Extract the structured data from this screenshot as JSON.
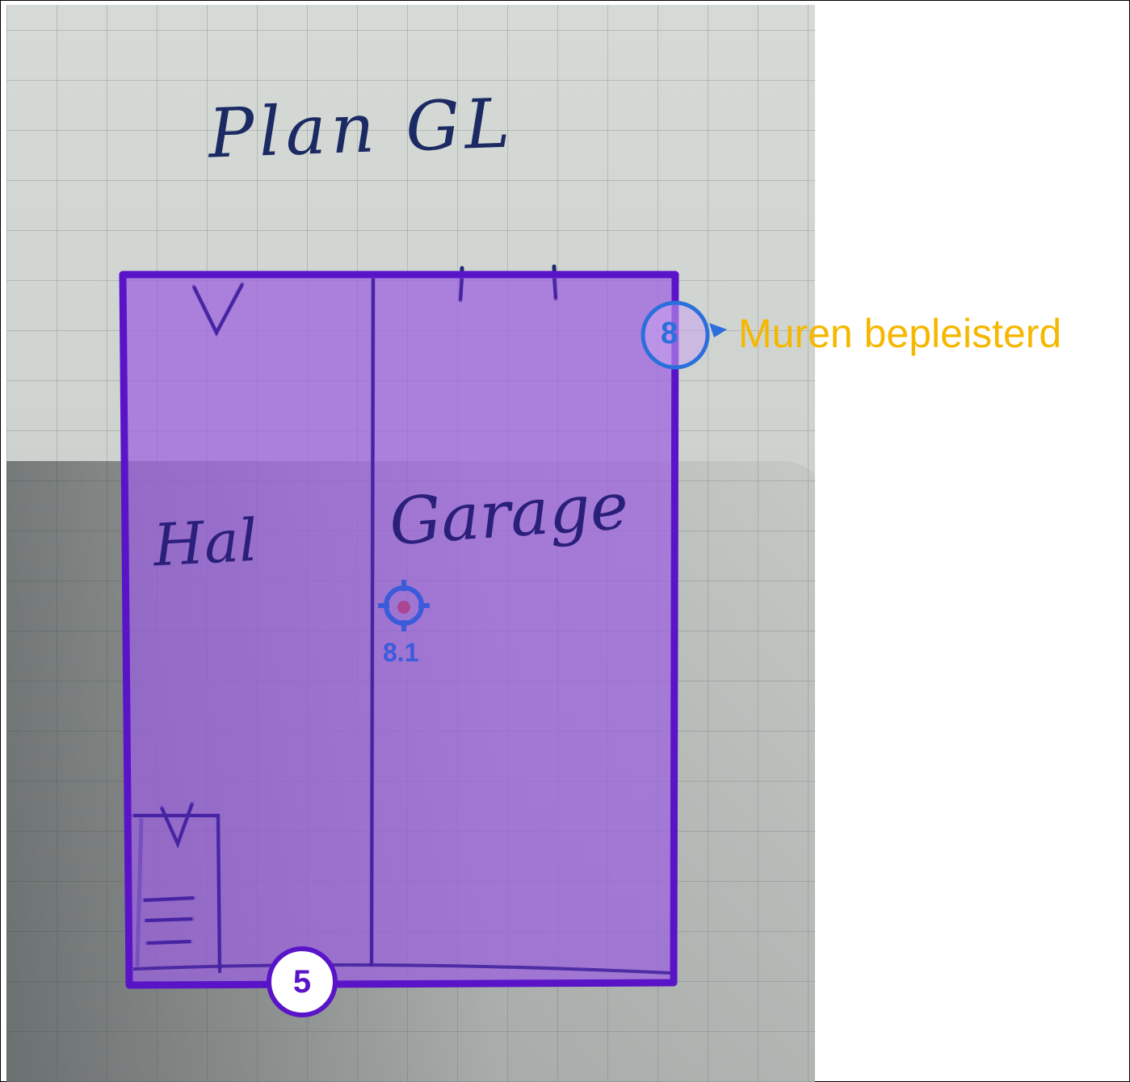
{
  "photo": {
    "handwriting": {
      "title": "Plan GL",
      "room_left": "Hal",
      "room_right": "Garage"
    }
  },
  "annotations": {
    "zone": {
      "number": "5",
      "fill_color": "#9b5fe0",
      "stroke_color": "#5a14c8"
    },
    "marker": {
      "label": "8.1",
      "color": "#3b5bdb"
    },
    "callout": {
      "number": "8",
      "text": "Muren bepleisterd",
      "text_color": "#f5b800",
      "ring_color": "#2a6fdb"
    }
  }
}
